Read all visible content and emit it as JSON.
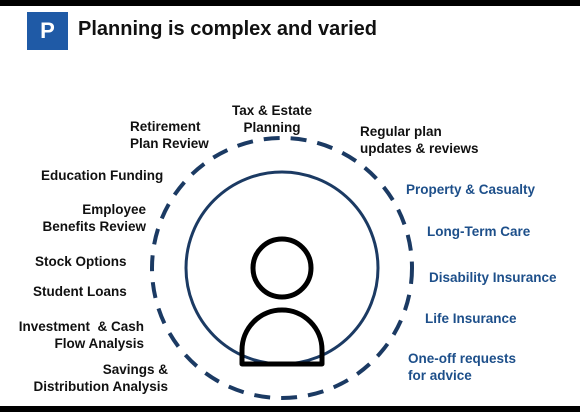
{
  "header": {
    "badge": "P",
    "title": "Planning is complex and varied"
  },
  "colors": {
    "accent": "#1f5aa6",
    "ring": "#1b3a63",
    "blue_text": "#1d4f8a",
    "dark_text": "#111111"
  },
  "diagram": {
    "center_icon": "person-icon",
    "top": {
      "tax_estate": "Tax & Estate\nPlanning"
    },
    "left": {
      "retirement": "Retirement\nPlan Review",
      "education": "Education Funding",
      "employee_benefits": "Employee\nBenefits Review",
      "stock_options": "Stock Options",
      "student_loans": "Student Loans",
      "investment_cash": "Investment  & Cash\nFlow Analysis",
      "savings_distribution": "Savings &\nDistribution Analysis"
    },
    "right": {
      "regular_updates": "Regular plan\nupdates & reviews",
      "property_casualty": "Property & Casualty",
      "long_term_care": "Long-Term Care",
      "disability": "Disability Insurance",
      "life_insurance": "Life Insurance",
      "one_off": "One-off requests\nfor advice"
    }
  }
}
